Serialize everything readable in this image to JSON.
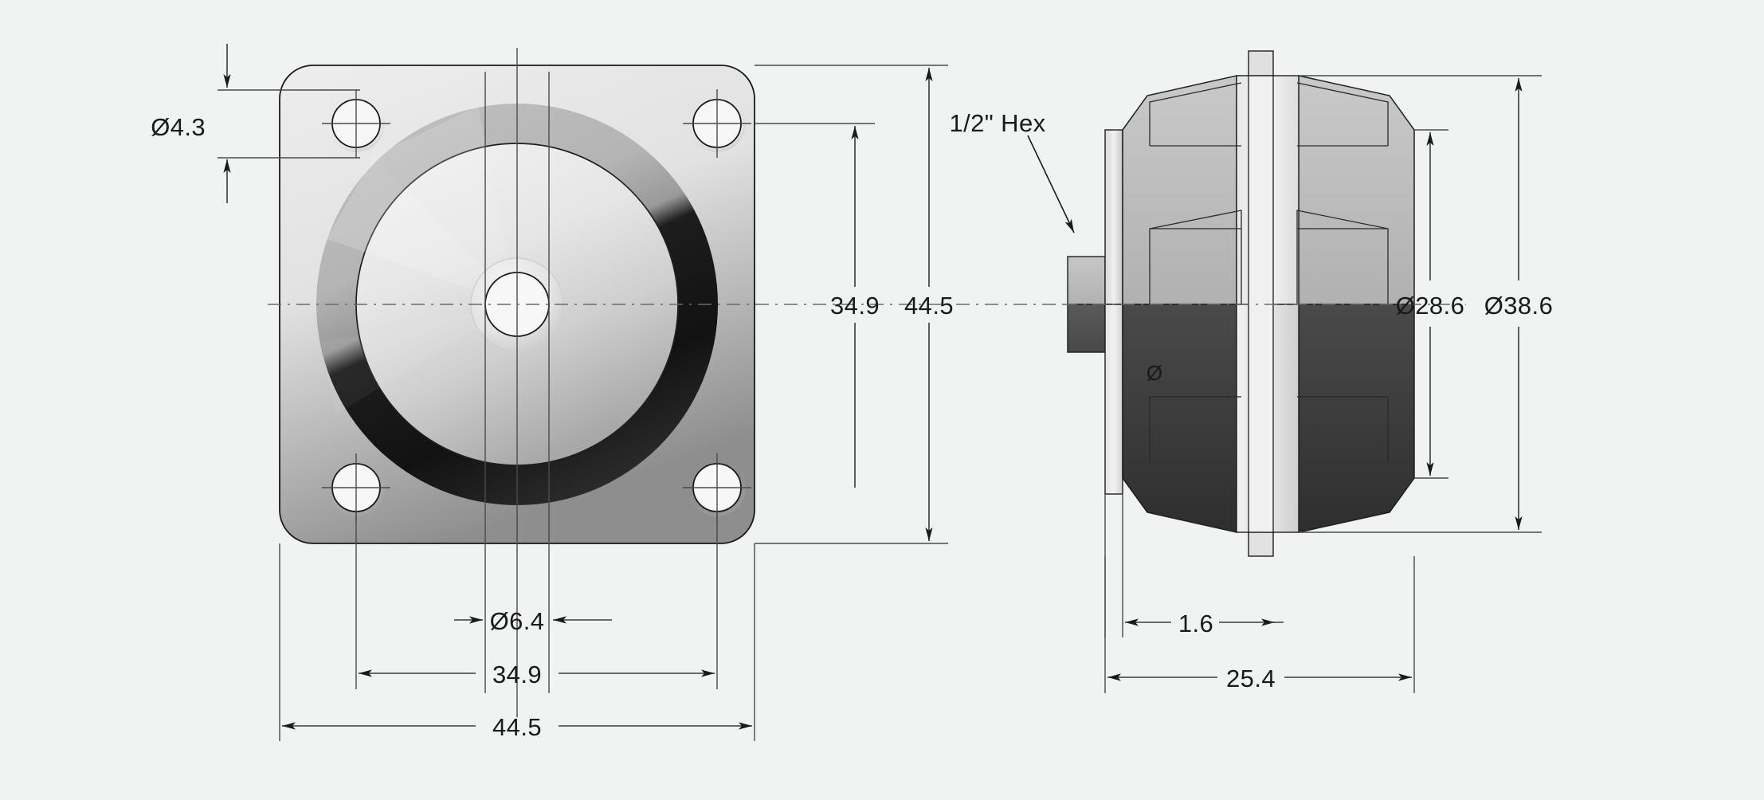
{
  "drawing": {
    "title": "Vibration Isolator Mount Dimensioned Drawing",
    "units_note": "",
    "background_color": "#f1f2f2",
    "line_color": "#1a1a1a"
  },
  "front_view": {
    "name": "front-view",
    "dimensions": {
      "hole_dia": "Ø4.3",
      "center_bore_dia": "Ø6.4",
      "bolt_circle_span": "34.9",
      "flange_width": "44.5"
    }
  },
  "side_view": {
    "name": "side-view",
    "annotations": {
      "hex_callout": "1/2\" Hex",
      "bore_symbol": "Ø"
    },
    "dimensions": {
      "height_inner": "34.9",
      "height_outer": "44.5",
      "body_dia_inner": "Ø28.6",
      "body_dia_outer": "Ø38.6",
      "flange_thickness": "1.6",
      "overall_length": "25.4"
    }
  },
  "all_dimension_labels": [
    "Ø4.3",
    "Ø6.4",
    "34.9",
    "44.5",
    "34.9",
    "44.5",
    "Ø28.6",
    "Ø38.6",
    "1.6",
    "25.4",
    "1/2\" Hex",
    "Ø"
  ]
}
